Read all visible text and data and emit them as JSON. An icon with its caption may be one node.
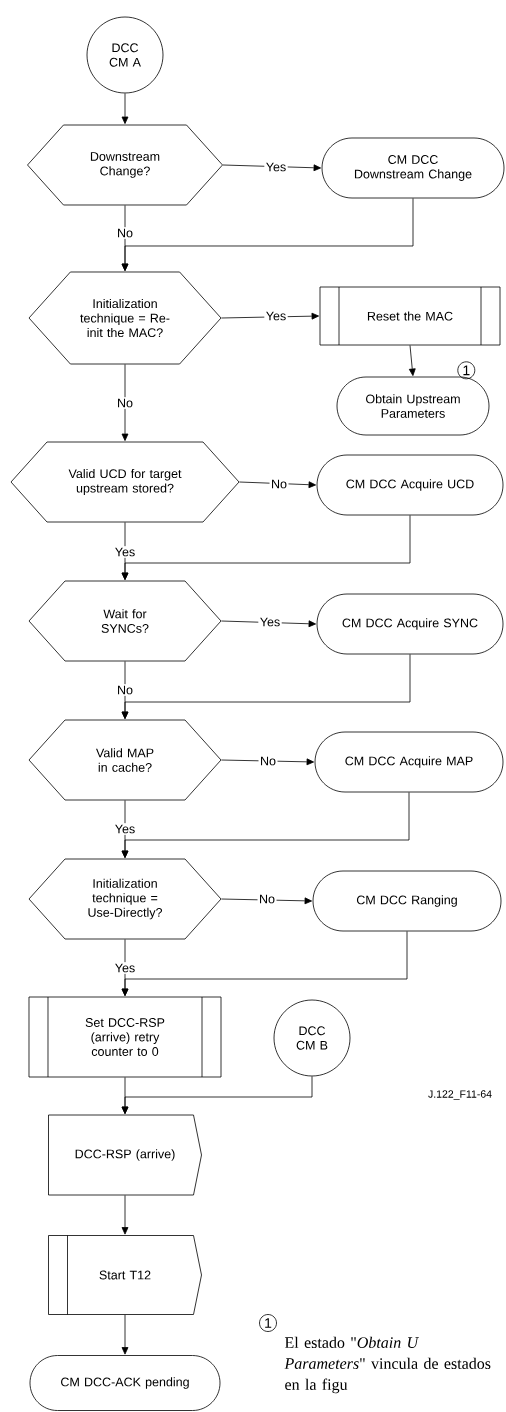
{
  "diagram": {
    "nodes": [
      {
        "text": [
          "DCC CM A"
        ]
      },
      {
        "text": [
          "Downstream Change?"
        ]
      },
      {
        "text": [
          "CM DCC Downstream Change"
        ]
      },
      {
        "text": [
          "Initialization technique = Re-init the MAC?"
        ]
      },
      {
        "text": [
          "Reset the MAC"
        ]
      },
      {
        "text": [
          "Obtain Upstream Parameters"
        ],
        "beside": [
          "1"
        ]
      },
      {
        "text": [
          "Valid UCD for target upstream stored?"
        ]
      },
      {
        "text": [
          "CM DCC Acquire UCD"
        ]
      },
      {
        "text": [
          "Wait for SYNCs?"
        ]
      },
      {
        "text": [
          "CM DCC Acquire SYNC"
        ]
      },
      {
        "text": [
          "Valid MAP in cache?"
        ]
      },
      {
        "text": [
          "CM DCC Acquire MAP"
        ]
      },
      {
        "text": [
          "Initialization technique = Use-Directly?"
        ]
      },
      {
        "text": [
          "CM DCC Ranging"
        ]
      },
      {
        "text": [
          "Set DCC-RSP (arrive) retry counter to 0"
        ]
      },
      {
        "text": [
          "DCC CM B"
        ]
      },
      {
        "text": [
          "DCC-RSP (arrive)"
        ]
      },
      {
        "text": [
          "Start T12"
        ]
      },
      {
        "text": [
          "CM DCC-ACK pending"
        ]
      }
    ],
    "edges": [
      {
        "from": 0,
        "to": 1,
        "arrow": "to"
      },
      {
        "from": 1,
        "to": 2,
        "arrow": "to",
        "label": "Yes"
      },
      {
        "from": 1,
        "to": 3,
        "arrow": "to",
        "label": "No"
      },
      {
        "from": 2,
        "to": 3,
        "arrow": "to"
      },
      {
        "from": 3,
        "to": 4,
        "arrow": "to",
        "label": "Yes"
      },
      {
        "from": 4,
        "to": 5,
        "arrow": "to"
      },
      {
        "from": 3,
        "to": 6,
        "arrow": "to",
        "label": "No"
      },
      {
        "from": 6,
        "to": 7,
        "arrow": "to",
        "label": "No"
      },
      {
        "from": 6,
        "to": 8,
        "arrow": "to",
        "label": "Yes"
      },
      {
        "from": 7,
        "to": 8,
        "arrow": "to"
      },
      {
        "from": 8,
        "to": 9,
        "arrow": "to",
        "label": "Yes"
      },
      {
        "from": 8,
        "to": 10,
        "arrow": "to",
        "label": "No"
      },
      {
        "from": 9,
        "to": 10,
        "arrow": "to"
      },
      {
        "from": 10,
        "to": 11,
        "arrow": "to",
        "label": "No"
      },
      {
        "from": 10,
        "to": 12,
        "arrow": "to",
        "label": "Yes"
      },
      {
        "from": 11,
        "to": 12,
        "arrow": "to"
      },
      {
        "from": 12,
        "to": 13,
        "arrow": "to",
        "label": "No"
      },
      {
        "from": 12,
        "to": 14,
        "arrow": "to",
        "label": "Yes"
      },
      {
        "from": 13,
        "to": 14,
        "arrow": "to"
      },
      {
        "from": 14,
        "to": 16,
        "arrow": "to"
      },
      {
        "from": 15,
        "to": 16,
        "arrow": "to"
      },
      {
        "from": 16,
        "to": 17,
        "arrow": "to"
      },
      {
        "from": 17,
        "to": 18,
        "arrow": "to"
      }
    ],
    "labels": [
      "J.122_F11-64",
      "1",
      "El estado \"*Obtain U Parameters*\" vincula de estados en la figu"
    ]
  }
}
